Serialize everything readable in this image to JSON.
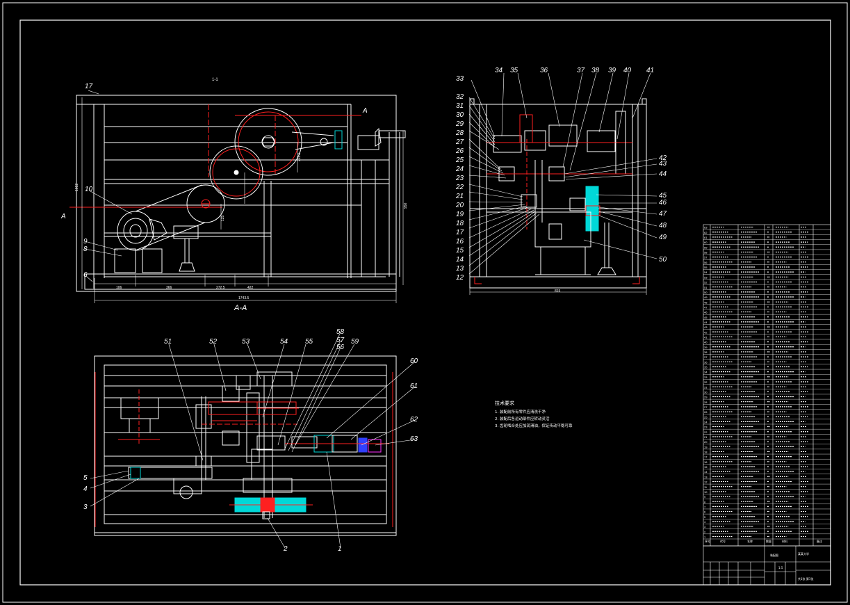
{
  "colors": {
    "background": "#000000",
    "line": "#ffffff",
    "accent_red": "#ff2020",
    "accent_cyan": "#00d8d8",
    "accent_blue": "#3040ff",
    "accent_magenta": "#ff30ff",
    "accent_yellow": "#ffff40"
  },
  "view_front": {
    "title": "A-A",
    "header_note": "1-1",
    "section_marker": "A",
    "part_labels": [
      "17",
      "10",
      "9",
      "8",
      "6"
    ],
    "dim_bottom": [
      "106",
      "366",
      "272.5",
      "422"
    ],
    "dim_total": "1743.5",
    "dim_left": "1012",
    "dim_right": "950",
    "dim_center_a": "222.5",
    "dim_center_b": "125"
  },
  "view_side": {
    "left_labels": [
      "33",
      "32",
      "31",
      "30",
      "29",
      "28",
      "27",
      "26",
      "25",
      "24",
      "23",
      "22",
      "21",
      "20",
      "19",
      "18",
      "17",
      "16",
      "15",
      "14",
      "13",
      "12"
    ],
    "top_labels": [
      "34",
      "35",
      "36",
      "37",
      "38",
      "39",
      "40",
      "41"
    ],
    "right_labels": [
      "42",
      "43",
      "44",
      "45",
      "46",
      "47",
      "48",
      "49",
      "50"
    ],
    "dim_bottom": "815"
  },
  "view_plan": {
    "top_labels": [
      "51",
      "52",
      "53",
      "54",
      "55",
      "58",
      "57",
      "56",
      "59"
    ],
    "right_labels": [
      "60",
      "61",
      "62",
      "63"
    ],
    "left_labels": [
      "5",
      "4",
      "3"
    ],
    "bottom_labels": [
      "2",
      "1"
    ]
  },
  "tech_notes": {
    "title": "技术要求",
    "items": [
      "1. 装配前所有零件应清洗干净",
      "2. 装配后各运动部件应转动灵活",
      "3. 齿轮啮合处应加润滑油，保证传动平稳可靠"
    ]
  },
  "bom": {
    "item_numbers": [
      "63",
      "62",
      "61",
      "60",
      "59",
      "58",
      "57",
      "56",
      "55",
      "54",
      "53",
      "52",
      "51",
      "50",
      "49",
      "48",
      "47",
      "46",
      "45",
      "44",
      "43",
      "42",
      "41",
      "40",
      "39",
      "38",
      "37",
      "36",
      "35",
      "34",
      "33",
      "32",
      "31",
      "30",
      "29",
      "28",
      "27",
      "26",
      "25",
      "24",
      "23",
      "22",
      "21",
      "20",
      "19",
      "18",
      "17",
      "16",
      "15",
      "14",
      "13",
      "12",
      "11",
      "10",
      "9",
      "8",
      "7",
      "6",
      "5",
      "4",
      "3",
      "2",
      "1"
    ],
    "footer_headers": [
      "序号",
      "代号",
      "名称",
      "数量",
      "材料",
      "备注"
    ],
    "title_block": {
      "school": "某某大学",
      "drawing_name": "装配图",
      "ratio": "1:5",
      "sheet": "共1张 第1张"
    }
  }
}
